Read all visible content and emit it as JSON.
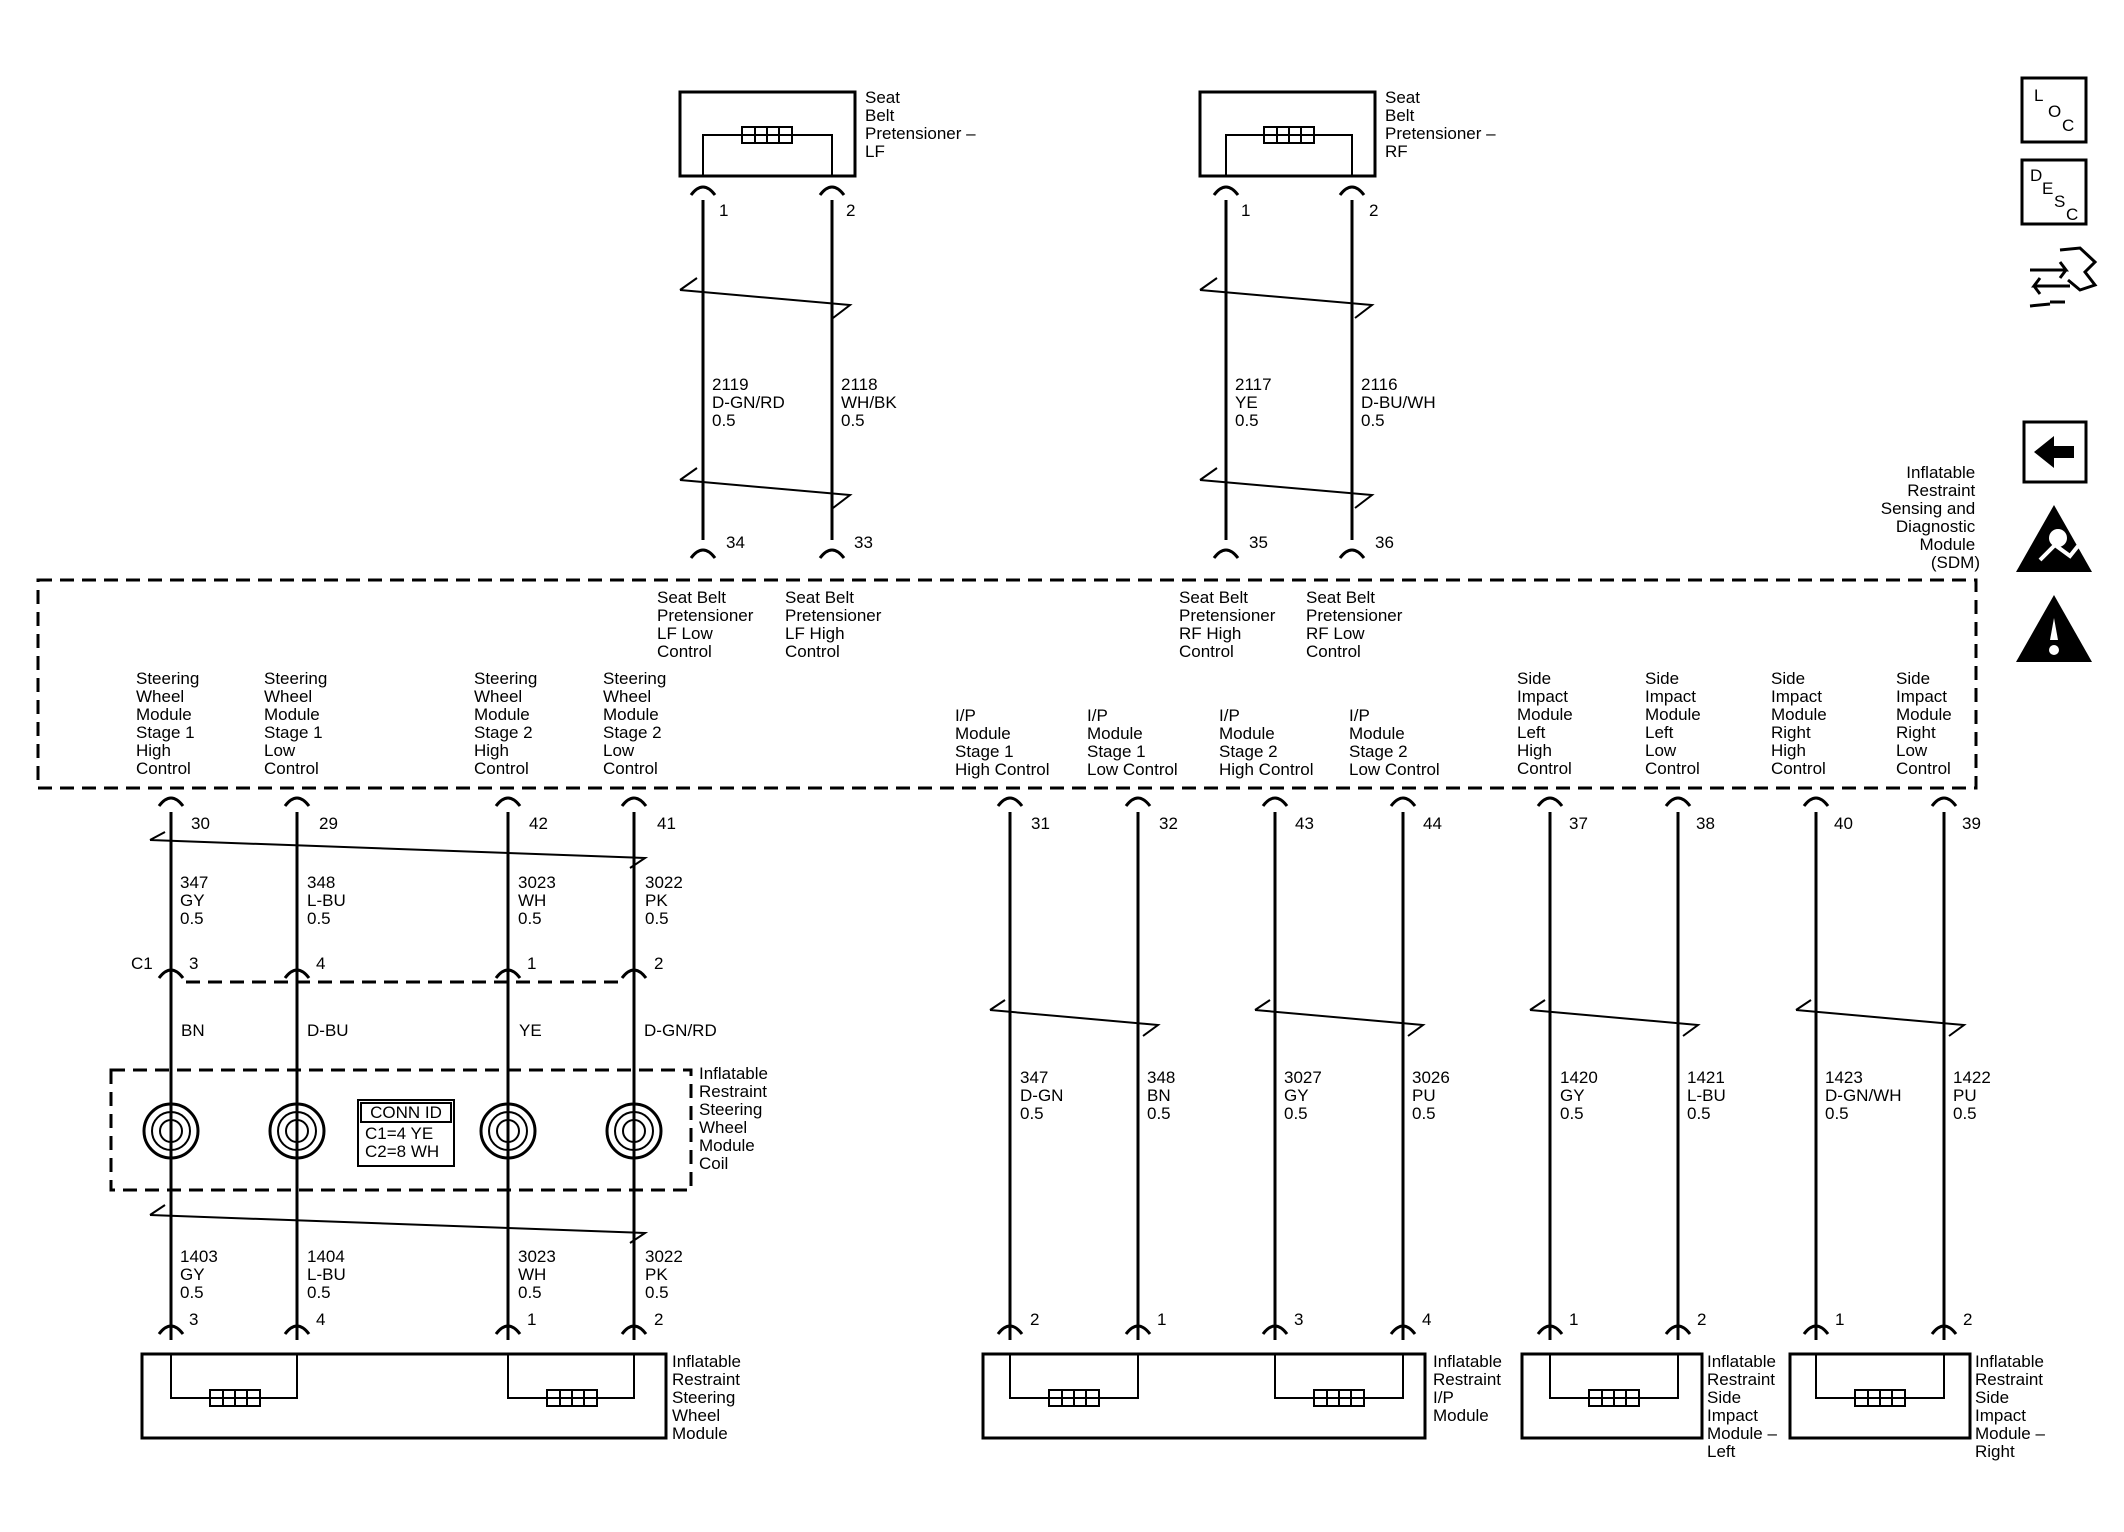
{
  "modules": {
    "sdm": [
      "Inflatable",
      "Restraint",
      "Sensing and",
      "Diagnostic",
      "Module",
      "(SDM)"
    ],
    "pretensioner_lf": [
      "Seat",
      "Belt",
      "Pretensioner –",
      "LF"
    ],
    "pretensioner_rf": [
      "Seat",
      "Belt",
      "Pretensioner –",
      "RF"
    ],
    "steering_coil": [
      "Inflatable",
      "Restraint",
      "Steering",
      "Wheel",
      "Module",
      "Coil"
    ],
    "steering_module": [
      "Inflatable",
      "Restraint",
      "Steering",
      "Wheel",
      "Module"
    ],
    "ip_module": [
      "Inflatable",
      "Restraint",
      "I/P",
      "Module"
    ],
    "side_left": [
      "Inflatable",
      "Restraint",
      "Side",
      "Impact",
      "Module –",
      "Left"
    ],
    "side_right": [
      "Inflatable",
      "Restraint",
      "Side",
      "Impact",
      "Module –",
      "Right"
    ]
  },
  "sdm_pins": [
    {
      "id": "lf-low",
      "pin": "34",
      "label": [
        "Seat Belt",
        "Pretensioner",
        "LF Low",
        "Control"
      ]
    },
    {
      "id": "lf-high",
      "pin": "33",
      "label": [
        "Seat Belt",
        "Pretensioner",
        "LF High",
        "Control"
      ]
    },
    {
      "id": "rf-high",
      "pin": "35",
      "label": [
        "Seat Belt",
        "Pretensioner",
        "RF High",
        "Control"
      ]
    },
    {
      "id": "rf-low",
      "pin": "36",
      "label": [
        "Seat Belt",
        "Pretensioner",
        "RF Low",
        "Control"
      ]
    },
    {
      "id": "sw-s1-high",
      "pin": "30",
      "label": [
        "Steering",
        "Wheel",
        "Module",
        "Stage 1",
        "High",
        "Control"
      ]
    },
    {
      "id": "sw-s1-low",
      "pin": "29",
      "label": [
        "Steering",
        "Wheel",
        "Module",
        "Stage 1",
        "Low",
        "Control"
      ]
    },
    {
      "id": "sw-s2-high",
      "pin": "42",
      "label": [
        "Steering",
        "Wheel",
        "Module",
        "Stage 2",
        "High",
        "Control"
      ]
    },
    {
      "id": "sw-s2-low",
      "pin": "41",
      "label": [
        "Steering",
        "Wheel",
        "Module",
        "Stage 2",
        "Low",
        "Control"
      ]
    },
    {
      "id": "ip-s1-high",
      "pin": "31",
      "label": [
        "I/P",
        "Module",
        "Stage 1",
        "High Control"
      ]
    },
    {
      "id": "ip-s1-low",
      "pin": "32",
      "label": [
        "I/P",
        "Module",
        "Stage 1",
        "Low Control"
      ]
    },
    {
      "id": "ip-s2-high",
      "pin": "43",
      "label": [
        "I/P",
        "Module",
        "Stage 2",
        "High Control"
      ]
    },
    {
      "id": "ip-s2-low",
      "pin": "44",
      "label": [
        "I/P",
        "Module",
        "Stage 2",
        "Low Control"
      ]
    },
    {
      "id": "side-l-high",
      "pin": "37",
      "label": [
        "Side",
        "Impact",
        "Module",
        "Left",
        "High",
        "Control"
      ]
    },
    {
      "id": "side-l-low",
      "pin": "38",
      "label": [
        "Side",
        "Impact",
        "Module",
        "Left",
        "Low",
        "Control"
      ]
    },
    {
      "id": "side-r-high",
      "pin": "40",
      "label": [
        "Side",
        "Impact",
        "Module",
        "Right",
        "High",
        "Control"
      ]
    },
    {
      "id": "side-r-low",
      "pin": "39",
      "label": [
        "Side",
        "Impact",
        "Module",
        "Right",
        "Low",
        "Control"
      ]
    }
  ],
  "pretensioner_pins": {
    "lf": [
      "1",
      "2"
    ],
    "rf": [
      "1",
      "2"
    ]
  },
  "pretensioner_wires": [
    [
      "2119",
      "D-GN/RD",
      "0.5"
    ],
    [
      "2118",
      "WH/BK",
      "0.5"
    ],
    [
      "2117",
      "YE",
      "0.5"
    ],
    [
      "2116",
      "D-BU/WH",
      "0.5"
    ]
  ],
  "steering_wires_upper": [
    [
      "347",
      "GY",
      "0.5"
    ],
    [
      "348",
      "L-BU",
      "0.5"
    ],
    [
      "3023",
      "WH",
      "0.5"
    ],
    [
      "3022",
      "PK",
      "0.5"
    ]
  ],
  "c1": {
    "name": "C1",
    "pins": [
      "3",
      "4",
      "1",
      "2"
    ]
  },
  "coil_colors": [
    "BN",
    "D-BU",
    "YE",
    "D-GN/RD"
  ],
  "conn_id": {
    "title": "CONN ID",
    "lines": [
      "C1=4 YE",
      "C2=8 WH"
    ]
  },
  "steering_wires_lower": [
    [
      "1403",
      "GY",
      "0.5"
    ],
    [
      "1404",
      "L-BU",
      "0.5"
    ],
    [
      "3023",
      "WH",
      "0.5"
    ],
    [
      "3022",
      "PK",
      "0.5"
    ]
  ],
  "steering_module_pins": [
    "3",
    "4",
    "1",
    "2"
  ],
  "right_wires": [
    [
      "347",
      "D-GN",
      "0.5"
    ],
    [
      "348",
      "BN",
      "0.5"
    ],
    [
      "3027",
      "GY",
      "0.5"
    ],
    [
      "3026",
      "PU",
      "0.5"
    ],
    [
      "1420",
      "GY",
      "0.5"
    ],
    [
      "1421",
      "L-BU",
      "0.5"
    ],
    [
      "1423",
      "D-GN/WH",
      "0.5"
    ],
    [
      "1422",
      "PU",
      "0.5"
    ]
  ],
  "right_module_pins": [
    "2",
    "1",
    "3",
    "4",
    "1",
    "2",
    "1",
    "2"
  ],
  "icons": {
    "loc": [
      "L",
      "O",
      "C"
    ],
    "desc": [
      "D",
      "E",
      "S",
      "C"
    ],
    "names": [
      "loc-icon",
      "desc-icon",
      "connector-tool-icon",
      "back-arrow-icon",
      "airbag-warning-icon",
      "caution-triangle-icon"
    ]
  }
}
